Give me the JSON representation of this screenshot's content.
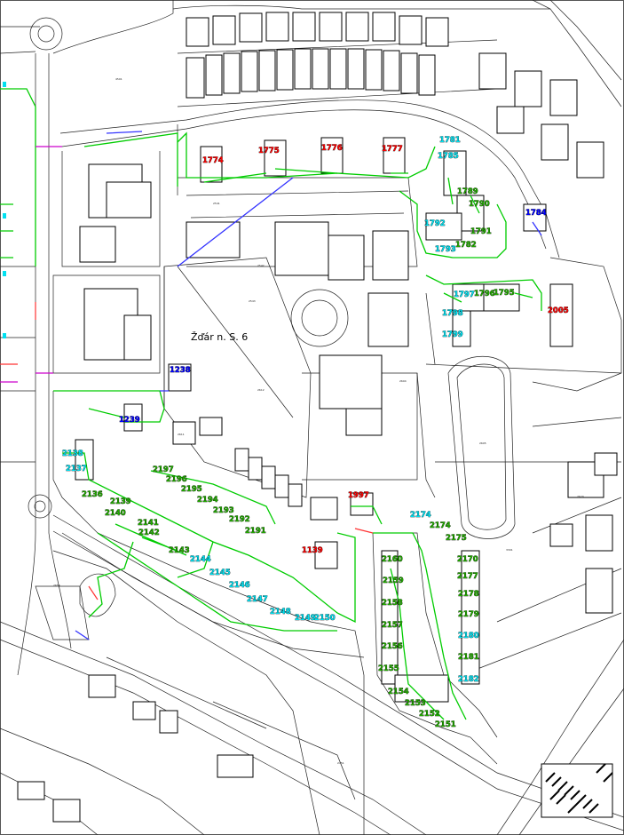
{
  "map": {
    "place_label": "Žďár n. S. 6",
    "colors": {
      "red": "#ff0000",
      "green": "#22aa00",
      "cyan": "#00e0f0",
      "blue": "#0000ff",
      "line_green": "#00cc00",
      "line_blue": "#3333ff",
      "line_magenta": "#cc00cc",
      "line_red": "#ff3333"
    }
  },
  "house_labels": [
    {
      "id": "1774",
      "color": "red"
    },
    {
      "id": "1775",
      "color": "red"
    },
    {
      "id": "1776",
      "color": "red"
    },
    {
      "id": "1777",
      "color": "red"
    },
    {
      "id": "1781",
      "color": "cyan"
    },
    {
      "id": "1785",
      "color": "cyan"
    },
    {
      "id": "1789",
      "color": "green"
    },
    {
      "id": "1790",
      "color": "green"
    },
    {
      "id": "1784",
      "color": "blue"
    },
    {
      "id": "1792",
      "color": "cyan"
    },
    {
      "id": "1791",
      "color": "green"
    },
    {
      "id": "1793",
      "color": "cyan"
    },
    {
      "id": "1782",
      "color": "green"
    },
    {
      "id": "1797",
      "color": "cyan"
    },
    {
      "id": "1796",
      "color": "green"
    },
    {
      "id": "1795",
      "color": "green"
    },
    {
      "id": "1798",
      "color": "cyan"
    },
    {
      "id": "1799",
      "color": "cyan"
    },
    {
      "id": "2005",
      "color": "red"
    },
    {
      "id": "1238",
      "color": "blue"
    },
    {
      "id": "1239",
      "color": "blue"
    },
    {
      "id": "2138",
      "color": "cyan"
    },
    {
      "id": "2137",
      "color": "cyan"
    },
    {
      "id": "2136",
      "color": "green"
    },
    {
      "id": "2139",
      "color": "green"
    },
    {
      "id": "2140",
      "color": "green"
    },
    {
      "id": "2141",
      "color": "green"
    },
    {
      "id": "2142",
      "color": "green"
    },
    {
      "id": "2143",
      "color": "green"
    },
    {
      "id": "2197",
      "color": "green"
    },
    {
      "id": "2196",
      "color": "green"
    },
    {
      "id": "2195",
      "color": "green"
    },
    {
      "id": "2194",
      "color": "green"
    },
    {
      "id": "2193",
      "color": "green"
    },
    {
      "id": "2192",
      "color": "green"
    },
    {
      "id": "2191",
      "color": "green"
    },
    {
      "id": "2144",
      "color": "cyan"
    },
    {
      "id": "2145",
      "color": "cyan"
    },
    {
      "id": "2146",
      "color": "cyan"
    },
    {
      "id": "2147",
      "color": "cyan"
    },
    {
      "id": "2148",
      "color": "cyan"
    },
    {
      "id": "2149",
      "color": "cyan"
    },
    {
      "id": "2150",
      "color": "cyan"
    },
    {
      "id": "1997",
      "color": "red"
    },
    {
      "id": "1139",
      "color": "red"
    },
    {
      "id": "2174",
      "color": "cyan"
    },
    {
      "id": "2174",
      "color": "green"
    },
    {
      "id": "2175",
      "color": "green"
    },
    {
      "id": "2170",
      "color": "green"
    },
    {
      "id": "2177",
      "color": "green"
    },
    {
      "id": "2178",
      "color": "green"
    },
    {
      "id": "2179",
      "color": "green"
    },
    {
      "id": "2180",
      "color": "cyan"
    },
    {
      "id": "2181",
      "color": "green"
    },
    {
      "id": "2182",
      "color": "cyan"
    },
    {
      "id": "2160",
      "color": "green"
    },
    {
      "id": "2159",
      "color": "green"
    },
    {
      "id": "2158",
      "color": "green"
    },
    {
      "id": "2157",
      "color": "green"
    },
    {
      "id": "2156",
      "color": "green"
    },
    {
      "id": "2155",
      "color": "green"
    },
    {
      "id": "2154",
      "color": "green"
    },
    {
      "id": "2153",
      "color": "green"
    },
    {
      "id": "2152",
      "color": "green"
    },
    {
      "id": "2151",
      "color": "green"
    }
  ]
}
